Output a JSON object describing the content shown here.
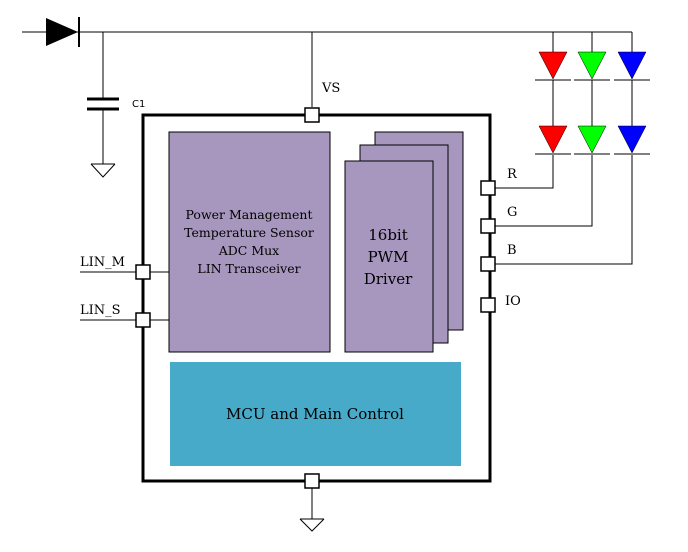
{
  "labels": {
    "vs": "VS",
    "c1": "C1",
    "r": "R",
    "g": "G",
    "b": "B",
    "io": "IO",
    "lin_m": "LIN_M",
    "lin_s": "LIN_S"
  },
  "blocks": {
    "power": {
      "lines": [
        "Power Management",
        "Temperature Sensor",
        "ADC Mux",
        "LIN Transceiver"
      ]
    },
    "pwm": {
      "lines": [
        "16bit",
        "PWM",
        "Driver"
      ]
    },
    "mcu": {
      "label": "MCU and Main Control"
    }
  },
  "colors": {
    "block_fill": "#a797be",
    "mcu_fill": "#46aac8",
    "led_red": "#ff0000",
    "led_green": "#00ff00",
    "led_blue": "#0000ff"
  }
}
